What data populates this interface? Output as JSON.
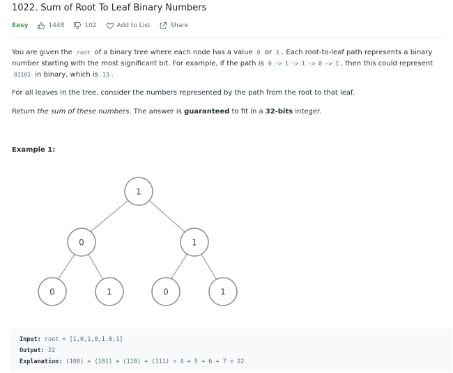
{
  "problem": {
    "title": "1022. Sum of Root To Leaf Binary Numbers",
    "difficulty": "Easy",
    "likes": "1448",
    "dislikes": "102",
    "add_to_list": "Add to List",
    "share": "Share"
  },
  "description": {
    "p1_a": "You are given the ",
    "p1_code_root": "root",
    "p1_b": " of a binary tree where each node has a value ",
    "p1_code_0": "0",
    "p1_c": " or ",
    "p1_code_1": "1",
    "p1_d": ". Each root-to-leaf path represents a binary",
    "p1_line2_a": "number starting with the most significant bit. For example, if the path is ",
    "p1_code_path": "0 -> 1 -> 1 -> 0 -> 1",
    "p1_line2_b": ", then this could represent",
    "p1_code_bin": "01101",
    "p1_line3_a": " in binary, which is ",
    "p1_code_13": "13",
    "p1_line3_b": ".",
    "p2": "For all leaves in the tree, consider the numbers represented by the path from the root to that leaf.",
    "p3_a": "Return ",
    "p3_italic": "the sum of these numbers",
    "p3_b": ". The answer is ",
    "p3_bold1": "guaranteed",
    "p3_c": " to fit in a ",
    "p3_bold2": "32-bits",
    "p3_d": " integer."
  },
  "example": {
    "title": "Example 1:",
    "tree_nodes": [
      "1",
      "0",
      "1",
      "0",
      "1",
      "0",
      "1"
    ],
    "input_label": "Input:",
    "input_value": "root = [1,0,1,0,1,0,1]",
    "output_label": "Output:",
    "output_value": "22",
    "explanation_label": "Explanation:",
    "explanation_value": "(100) + (101) + (110) + (111) = 4 + 5 + 6 + 7 = 22"
  },
  "colors": {
    "easy": "#43a047",
    "node_stroke": "#8a8a8a",
    "edge": "#9e9e9e"
  }
}
